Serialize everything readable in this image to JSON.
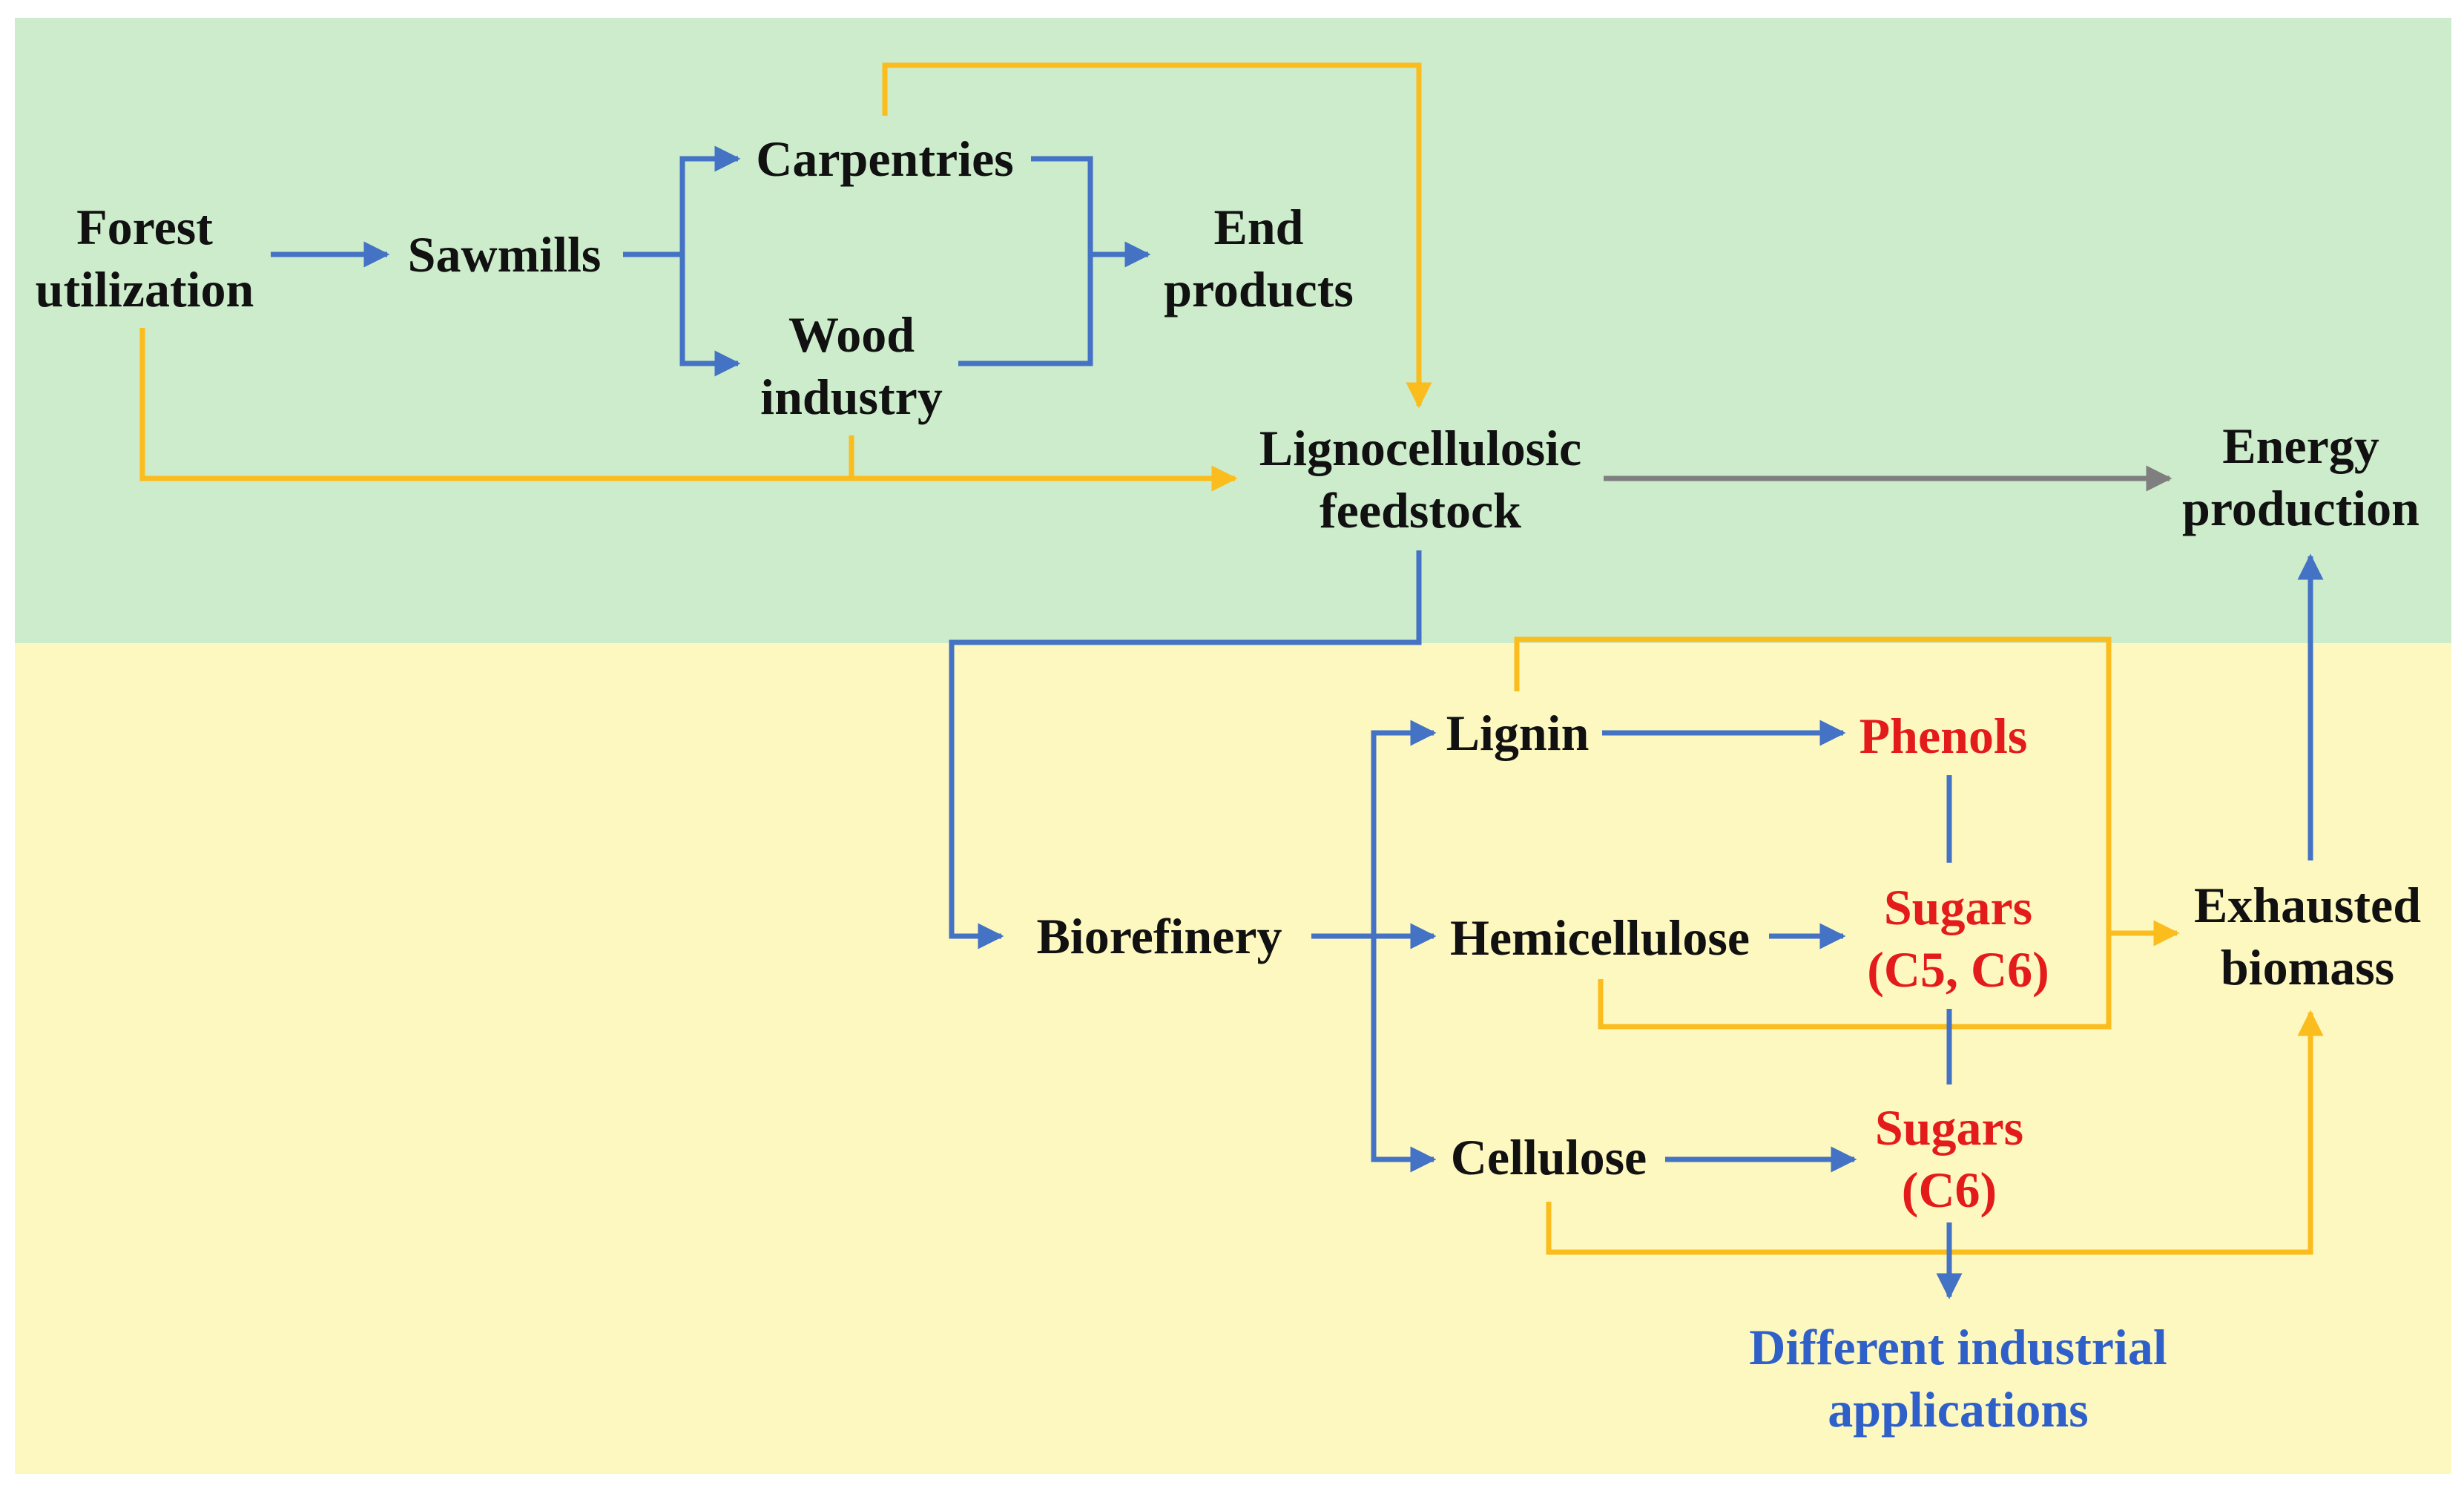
{
  "colors": {
    "upper_band": "#cdeccb",
    "lower_band": "#fdf8c0",
    "blue_flow": "#4472c4",
    "yellow_flow": "#fbbc1e",
    "gray_flow": "#7f7f7f",
    "product_red": "#e31b1b",
    "application_blue": "#2f5fc9"
  },
  "nodes": {
    "forest_utilization": {
      "line1": "Forest",
      "line2": "utilization"
    },
    "sawmills": {
      "line1": "Sawmills"
    },
    "carpentries": {
      "line1": "Carpentries"
    },
    "wood_industry": {
      "line1": "Wood",
      "line2": "industry"
    },
    "end_products": {
      "line1": "End",
      "line2": "products"
    },
    "lignocellulosic_feedstock": {
      "line1": "Lignocellulosic",
      "line2": "feedstock"
    },
    "energy_production": {
      "line1": "Energy",
      "line2": "production"
    },
    "biorefinery": {
      "line1": "Biorefinery"
    },
    "lignin": {
      "line1": "Lignin"
    },
    "hemicellulose": {
      "line1": "Hemicellulose"
    },
    "cellulose": {
      "line1": "Cellulose"
    },
    "phenols": {
      "line1": "Phenols"
    },
    "sugars_c5_c6": {
      "line1": "Sugars",
      "line2": "(C5, C6)"
    },
    "sugars_c6": {
      "line1": "Sugars",
      "line2": "(C6)"
    },
    "exhausted_biomass": {
      "line1": "Exhausted",
      "line2": "biomass"
    },
    "industrial_applications": {
      "line1": "Different industrial",
      "line2": "applications"
    }
  }
}
